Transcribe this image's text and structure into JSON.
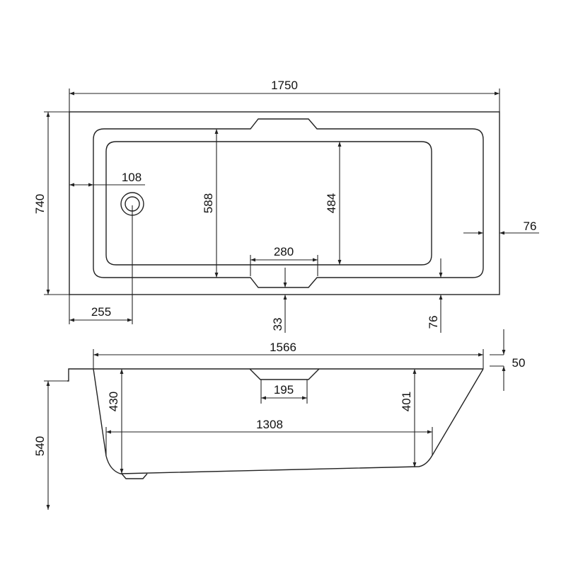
{
  "diagram": {
    "title": "Bathtub technical drawing",
    "units": "mm",
    "line_color": "#222222",
    "background": "#ffffff"
  },
  "top_view": {
    "overall_length": "1750",
    "overall_width": "740",
    "waste_offset_end": "108",
    "waste_offset_side": "255",
    "outer_bowl_width": "588",
    "inner_floor_width": "484",
    "handle_width": "280",
    "handle_depth": "33",
    "rim_end": "76",
    "rim_side": "76"
  },
  "side_view": {
    "rim_length": "1566",
    "rim_thickness": "50",
    "headrest_width": "195",
    "bowl_depth_left": "430",
    "bowl_depth_right": "401",
    "floor_length": "1308",
    "overall_height": "540"
  }
}
